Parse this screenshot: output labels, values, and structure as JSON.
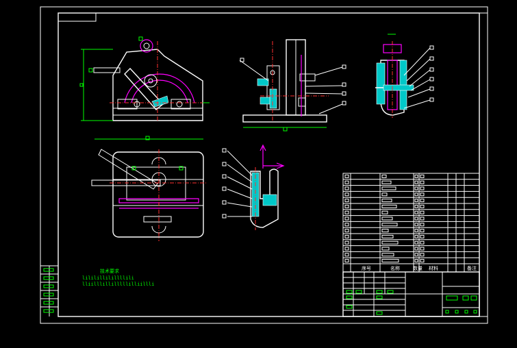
{
  "drawing": {
    "colors": {
      "background": "#000000",
      "outline": "#ffffff",
      "dimension": "#00ff00",
      "hidden": "#ff00ff",
      "center": "#ff3030",
      "section": "#00c8c8",
      "datum": "#ffff00"
    },
    "notes": {
      "title": "技术要求",
      "lines": [
        "lililillilillllili",
        "lliilllillilllllilliillli"
      ]
    },
    "parts_table": {
      "header": [
        "序号",
        "名称",
        "数量",
        "材料",
        "备注"
      ],
      "rows": 15
    }
  }
}
